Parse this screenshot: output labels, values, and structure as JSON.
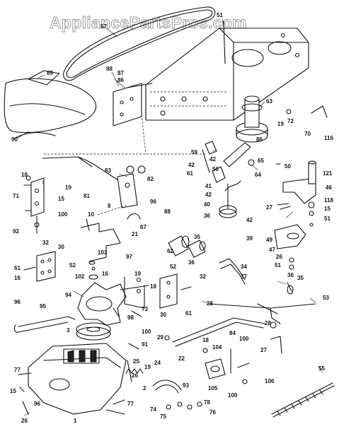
{
  "watermark": "AppliancePartsPros.com",
  "callouts": [
    {
      "id": "c51a",
      "label": "51"
    },
    {
      "id": "c57",
      "label": "57"
    },
    {
      "id": "c88a",
      "label": "88"
    },
    {
      "id": "c87",
      "label": "87"
    },
    {
      "id": "c86a",
      "label": "86"
    },
    {
      "id": "c89",
      "label": "89"
    },
    {
      "id": "c90",
      "label": "90"
    },
    {
      "id": "c63",
      "label": "63"
    },
    {
      "id": "c72",
      "label": "72"
    },
    {
      "id": "c19a",
      "label": "19"
    },
    {
      "id": "c70",
      "label": "70"
    },
    {
      "id": "c116",
      "label": "116"
    },
    {
      "id": "c59",
      "label": "59"
    },
    {
      "id": "c86b",
      "label": "86"
    },
    {
      "id": "c42a",
      "label": "42"
    },
    {
      "id": "c56",
      "label": "56"
    },
    {
      "id": "c65",
      "label": "65"
    },
    {
      "id": "c50",
      "label": "50"
    },
    {
      "id": "c121",
      "label": "121"
    },
    {
      "id": "c42b",
      "label": "42"
    },
    {
      "id": "c61a",
      "label": "61"
    },
    {
      "id": "c64",
      "label": "64"
    },
    {
      "id": "c18a",
      "label": "18"
    },
    {
      "id": "c83",
      "label": "83"
    },
    {
      "id": "c82",
      "label": "82"
    },
    {
      "id": "c41",
      "label": "41"
    },
    {
      "id": "c42c",
      "label": "42"
    },
    {
      "id": "c40",
      "label": "40"
    },
    {
      "id": "c36a",
      "label": "36"
    },
    {
      "id": "c42d",
      "label": "42"
    },
    {
      "id": "c39",
      "label": "39"
    },
    {
      "id": "c46",
      "label": "46"
    },
    {
      "id": "c118",
      "label": "118"
    },
    {
      "id": "c15a",
      "label": "15"
    },
    {
      "id": "c51b",
      "label": "51"
    },
    {
      "id": "c27a",
      "label": "27"
    },
    {
      "id": "c71",
      "label": "71"
    },
    {
      "id": "c19b",
      "label": "19"
    },
    {
      "id": "c15b",
      "label": "15"
    },
    {
      "id": "c81",
      "label": "81"
    },
    {
      "id": "c8",
      "label": "8"
    },
    {
      "id": "c96",
      "label": "96"
    },
    {
      "id": "c88b",
      "label": "88"
    },
    {
      "id": "c100a",
      "label": "100"
    },
    {
      "id": "c92",
      "label": "92"
    },
    {
      "id": "c10",
      "label": "10"
    },
    {
      "id": "c67",
      "label": "67"
    },
    {
      "id": "c21",
      "label": "21"
    },
    {
      "id": "c35a",
      "label": "35"
    },
    {
      "id": "c62",
      "label": "62"
    },
    {
      "id": "c36b",
      "label": "36"
    },
    {
      "id": "c49",
      "label": "49"
    },
    {
      "id": "c47",
      "label": "47"
    },
    {
      "id": "c26a",
      "label": "26"
    },
    {
      "id": "c51c",
      "label": "51"
    },
    {
      "id": "c32a",
      "label": "32"
    },
    {
      "id": "c30a",
      "label": "30"
    },
    {
      "id": "c61b",
      "label": "61"
    },
    {
      "id": "c52a",
      "label": "52"
    },
    {
      "id": "c16a",
      "label": "16"
    },
    {
      "id": "c103",
      "label": "103"
    },
    {
      "id": "c102",
      "label": "102"
    },
    {
      "id": "c97",
      "label": "97"
    },
    {
      "id": "c16b",
      "label": "16"
    },
    {
      "id": "c19c",
      "label": "19"
    },
    {
      "id": "c18b",
      "label": "18"
    },
    {
      "id": "c52b",
      "label": "52"
    },
    {
      "id": "c32b",
      "label": "32"
    },
    {
      "id": "c34",
      "label": "34"
    },
    {
      "id": "c37",
      "label": "37"
    },
    {
      "id": "c35b",
      "label": "35"
    },
    {
      "id": "c36c",
      "label": "36"
    },
    {
      "id": "c53",
      "label": "53"
    },
    {
      "id": "c94",
      "label": "94"
    },
    {
      "id": "c73",
      "label": "73"
    },
    {
      "id": "c98",
      "label": "98"
    },
    {
      "id": "c30b",
      "label": "30"
    },
    {
      "id": "c61c",
      "label": "61"
    },
    {
      "id": "c28a",
      "label": "28"
    },
    {
      "id": "c96b",
      "label": "96"
    },
    {
      "id": "c95",
      "label": "95"
    },
    {
      "id": "c3",
      "label": "3"
    },
    {
      "id": "c100b",
      "label": "100"
    },
    {
      "id": "c29",
      "label": "29"
    },
    {
      "id": "c28b",
      "label": "28"
    },
    {
      "id": "c91",
      "label": "91"
    },
    {
      "id": "c22",
      "label": "22"
    },
    {
      "id": "c84",
      "label": "84"
    },
    {
      "id": "c100c",
      "label": "100"
    },
    {
      "id": "c27b",
      "label": "27"
    },
    {
      "id": "c18c",
      "label": "18"
    },
    {
      "id": "c104",
      "label": "104"
    },
    {
      "id": "c25",
      "label": "25"
    },
    {
      "id": "c19d",
      "label": "19"
    },
    {
      "id": "c24",
      "label": "24"
    },
    {
      "id": "c26b",
      "label": "26"
    },
    {
      "id": "c77a",
      "label": "77"
    },
    {
      "id": "c93",
      "label": "93"
    },
    {
      "id": "c105",
      "label": "105"
    },
    {
      "id": "c100d",
      "label": "100"
    },
    {
      "id": "c106",
      "label": "106"
    },
    {
      "id": "c55",
      "label": "55"
    },
    {
      "id": "c2",
      "label": "2"
    },
    {
      "id": "c15c",
      "label": "15"
    },
    {
      "id": "c96c",
      "label": "96"
    },
    {
      "id": "c77b",
      "label": "77"
    },
    {
      "id": "c1",
      "label": "1"
    },
    {
      "id": "c74",
      "label": "74"
    },
    {
      "id": "c75",
      "label": "75"
    },
    {
      "id": "c78",
      "label": "78"
    },
    {
      "id": "c76",
      "label": "76"
    },
    {
      "id": "c26c",
      "label": "26"
    }
  ]
}
